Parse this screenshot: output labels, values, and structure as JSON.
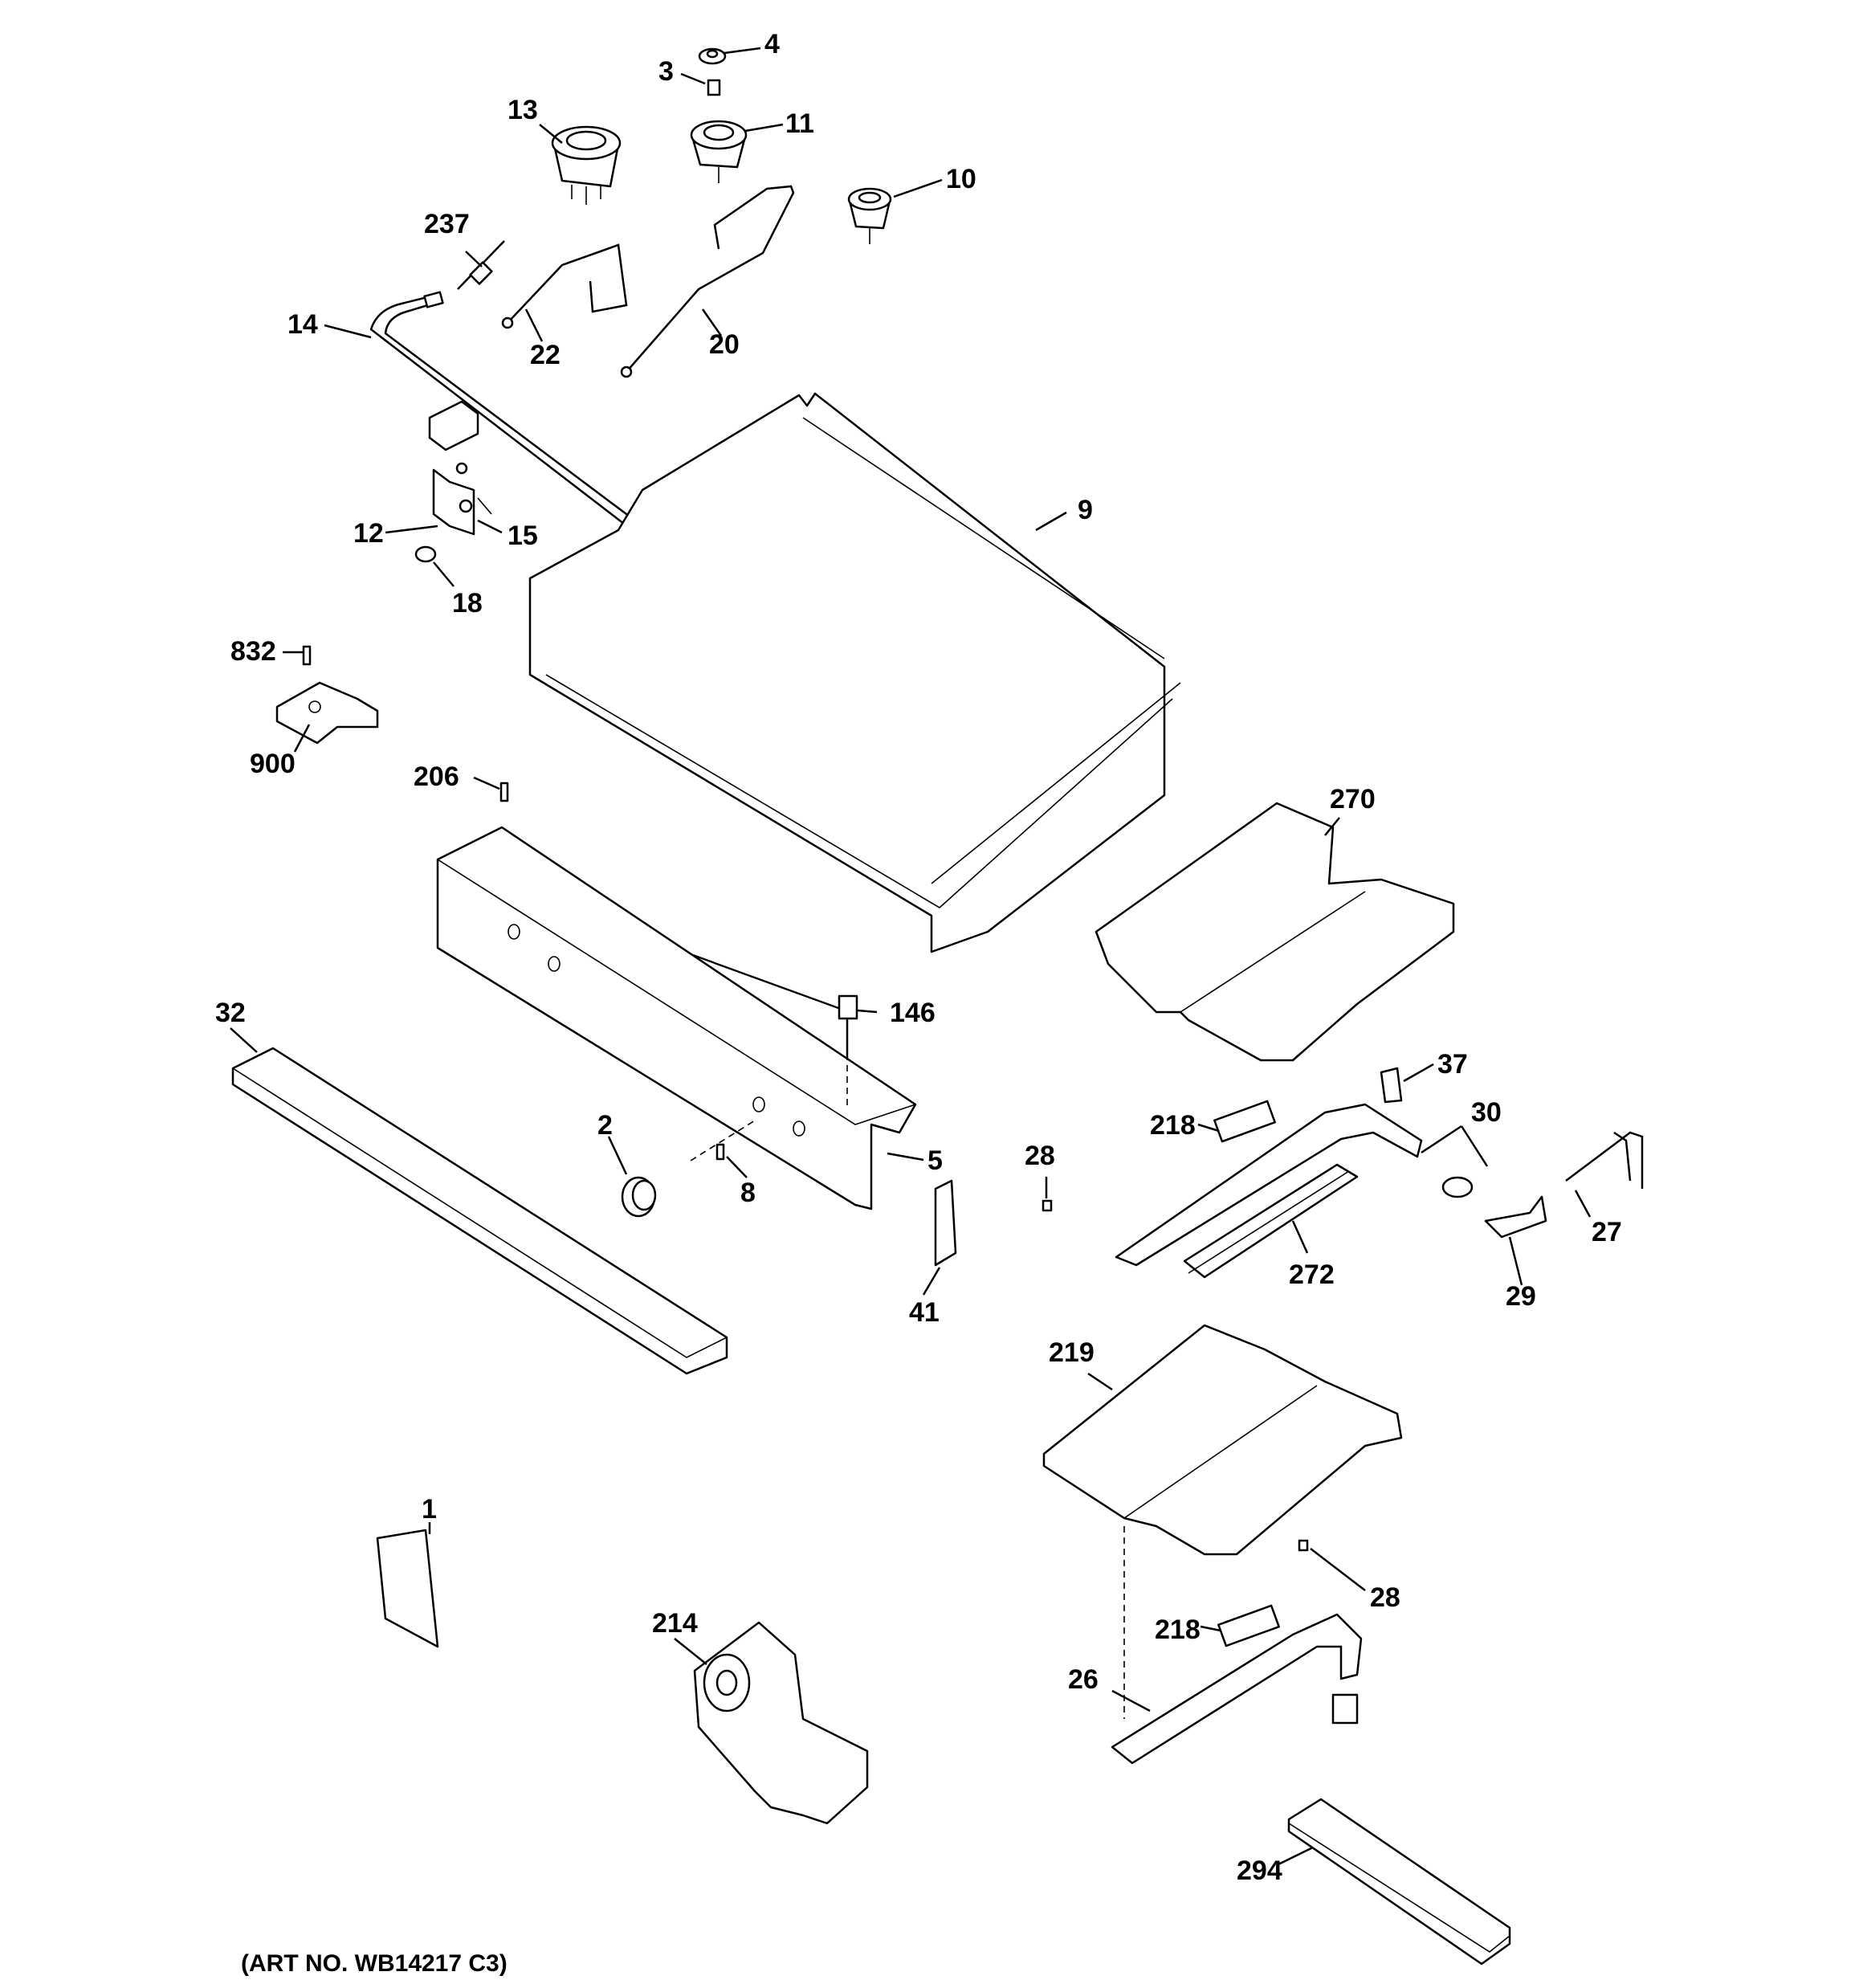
{
  "diagram": {
    "art_number": "(ART NO. WB14217 C3)",
    "callouts": {
      "c1": "1",
      "c2": "2",
      "c3": "3",
      "c4": "4",
      "c5": "5",
      "c8": "8",
      "c9": "9",
      "c10": "10",
      "c11": "11",
      "c12": "12",
      "c13": "13",
      "c14": "14",
      "c15": "15",
      "c18": "18",
      "c20": "20",
      "c22": "22",
      "c26": "26",
      "c27": "27",
      "c28a": "28",
      "c28b": "28",
      "c29": "29",
      "c30": "30",
      "c32": "32",
      "c37": "37",
      "c41": "41",
      "c146": "146",
      "c206": "206",
      "c214": "214",
      "c218a": "218",
      "c218b": "218",
      "c219": "219",
      "c237": "237",
      "c270": "270",
      "c272": "272",
      "c294": "294",
      "c832": "832",
      "c900": "900"
    }
  }
}
